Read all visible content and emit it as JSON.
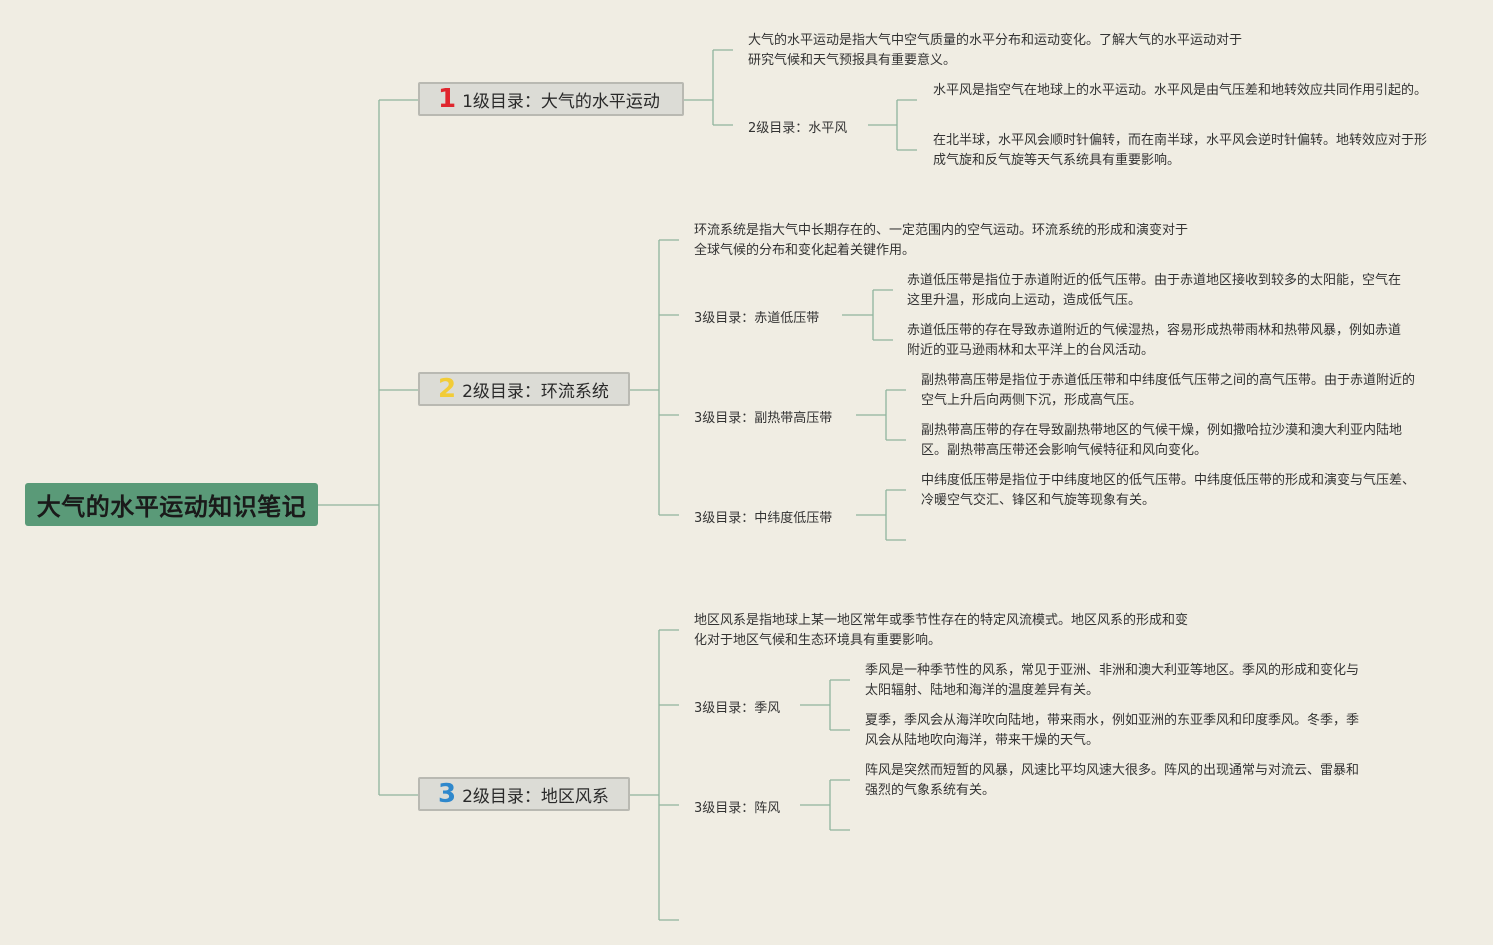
{
  "root": {
    "title": "大气的水平运动知识笔记"
  },
  "colors": {
    "line": "#8fb49d",
    "root_bg": "#5a9a78",
    "node_bg": "#dcdcd6",
    "num1": "#e0262e",
    "num2": "#f2cc37",
    "num3": "#2f88cc"
  },
  "sections": [
    {
      "number": "1",
      "label": "1级目录：大气的水平运动",
      "intro": "大气的水平运动是指大气中空气质量的水平分布和运动变化。了解大气的水平运动对于研究气候和天气预报具有重要意义。",
      "children": [
        {
          "label": "2级目录：水平风",
          "notes": [
            "水平风是指空气在地球上的水平运动。水平风是由气压差和地转效应共同作用引起的。",
            "在北半球，水平风会顺时针偏转，而在南半球，水平风会逆时针偏转。地转效应对于形成气旋和反气旋等天气系统具有重要影响。"
          ]
        }
      ]
    },
    {
      "number": "2",
      "label": "2级目录：环流系统",
      "intro": "环流系统是指大气中长期存在的、一定范围内的空气运动。环流系统的形成和演变对于全球气候的分布和变化起着关键作用。",
      "children": [
        {
          "label": "3级目录：赤道低压带",
          "notes": [
            "赤道低压带是指位于赤道附近的低气压带。由于赤道地区接收到较多的太阳能，空气在这里升温，形成向上运动，造成低气压。",
            "赤道低压带的存在导致赤道附近的气候湿热，容易形成热带雨林和热带风暴，例如赤道附近的亚马逊雨林和太平洋上的台风活动。"
          ]
        },
        {
          "label": "3级目录：副热带高压带",
          "notes": [
            "副热带高压带是指位于赤道低压带和中纬度低气压带之间的高气压带。由于赤道附近的空气上升后向两侧下沉，形成高气压。",
            "副热带高压带的存在导致副热带地区的气候干燥，例如撒哈拉沙漠和澳大利亚内陆地区。副热带高压带还会影响气候特征和风向变化。"
          ]
        },
        {
          "label": "3级目录：中纬度低压带",
          "notes": [
            "中纬度低压带是指位于中纬度地区的低气压带。中纬度低压带的形成和演变与气压差、冷暖空气交汇、锋区和气旋等现象有关。"
          ]
        }
      ]
    },
    {
      "number": "3",
      "label": "2级目录：地区风系",
      "intro": "地区风系是指地球上某一地区常年或季节性存在的特定风流模式。地区风系的形成和变化对于地区气候和生态环境具有重要影响。",
      "children": [
        {
          "label": "3级目录：季风",
          "notes": [
            "季风是一种季节性的风系，常见于亚洲、非洲和澳大利亚等地区。季风的形成和变化与太阳辐射、陆地和海洋的温度差异有关。",
            "夏季，季风会从海洋吹向陆地，带来雨水，例如亚洲的东亚季风和印度季风。冬季，季风会从陆地吹向海洋，带来干燥的天气。"
          ]
        },
        {
          "label": "3级目录：阵风",
          "notes": [
            "阵风是突然而短暂的风暴，风速比平均风速大很多。阵风的出现通常与对流云、雷暴和强烈的气象系统有关。"
          ]
        }
      ]
    }
  ]
}
